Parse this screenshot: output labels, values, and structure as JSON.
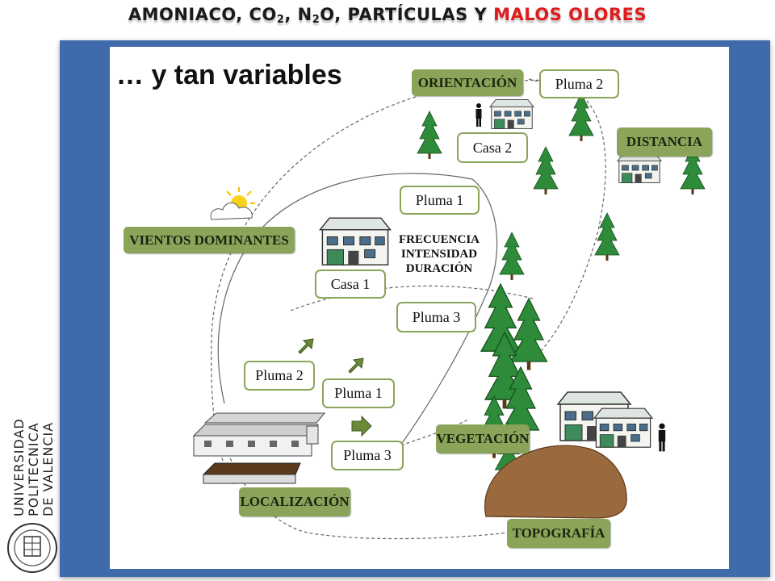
{
  "slide": {
    "title_main": "AMONIACO, CO",
    "title_sub1": "2",
    "title_mid": ", N",
    "title_sub2": "2",
    "title_after": "O, PARTÍCULAS Y ",
    "title_red": "MALOS OLORES",
    "subtitle": "… y tan variables"
  },
  "labels": {
    "orientacion": "ORIENTACIÓN",
    "pluma2_top": "Pluma 2",
    "casa2": "Casa 2",
    "distancia": "DISTANCIA",
    "pluma1_mid": "Pluma 1",
    "vientos": "VIENTOS DOMINANTES",
    "frecuencia": "FRECUENCIA",
    "intensidad": "INTENSIDAD",
    "duracion": "DURACIÓN",
    "casa1": "Casa 1",
    "pluma3_mid": "Pluma 3",
    "pluma2_low": "Pluma 2",
    "pluma1_low": "Pluma 1",
    "pluma3_low": "Pluma 3",
    "vegetacion": "VEGETACIÓN",
    "localizacion": "LOCALIZACIÓN",
    "topografia": "TOPOGRAFÍA"
  },
  "university": {
    "line1": "UNIVERSIDAD",
    "line2": "POLITECNICA",
    "line3": "DE VALENCIA"
  },
  "colors": {
    "frame": "#3f6aac",
    "label_green": "#8aa55a",
    "tree": "#2e8b3a",
    "hill": "#9a6a3e",
    "title_red": "#e01b1b"
  }
}
